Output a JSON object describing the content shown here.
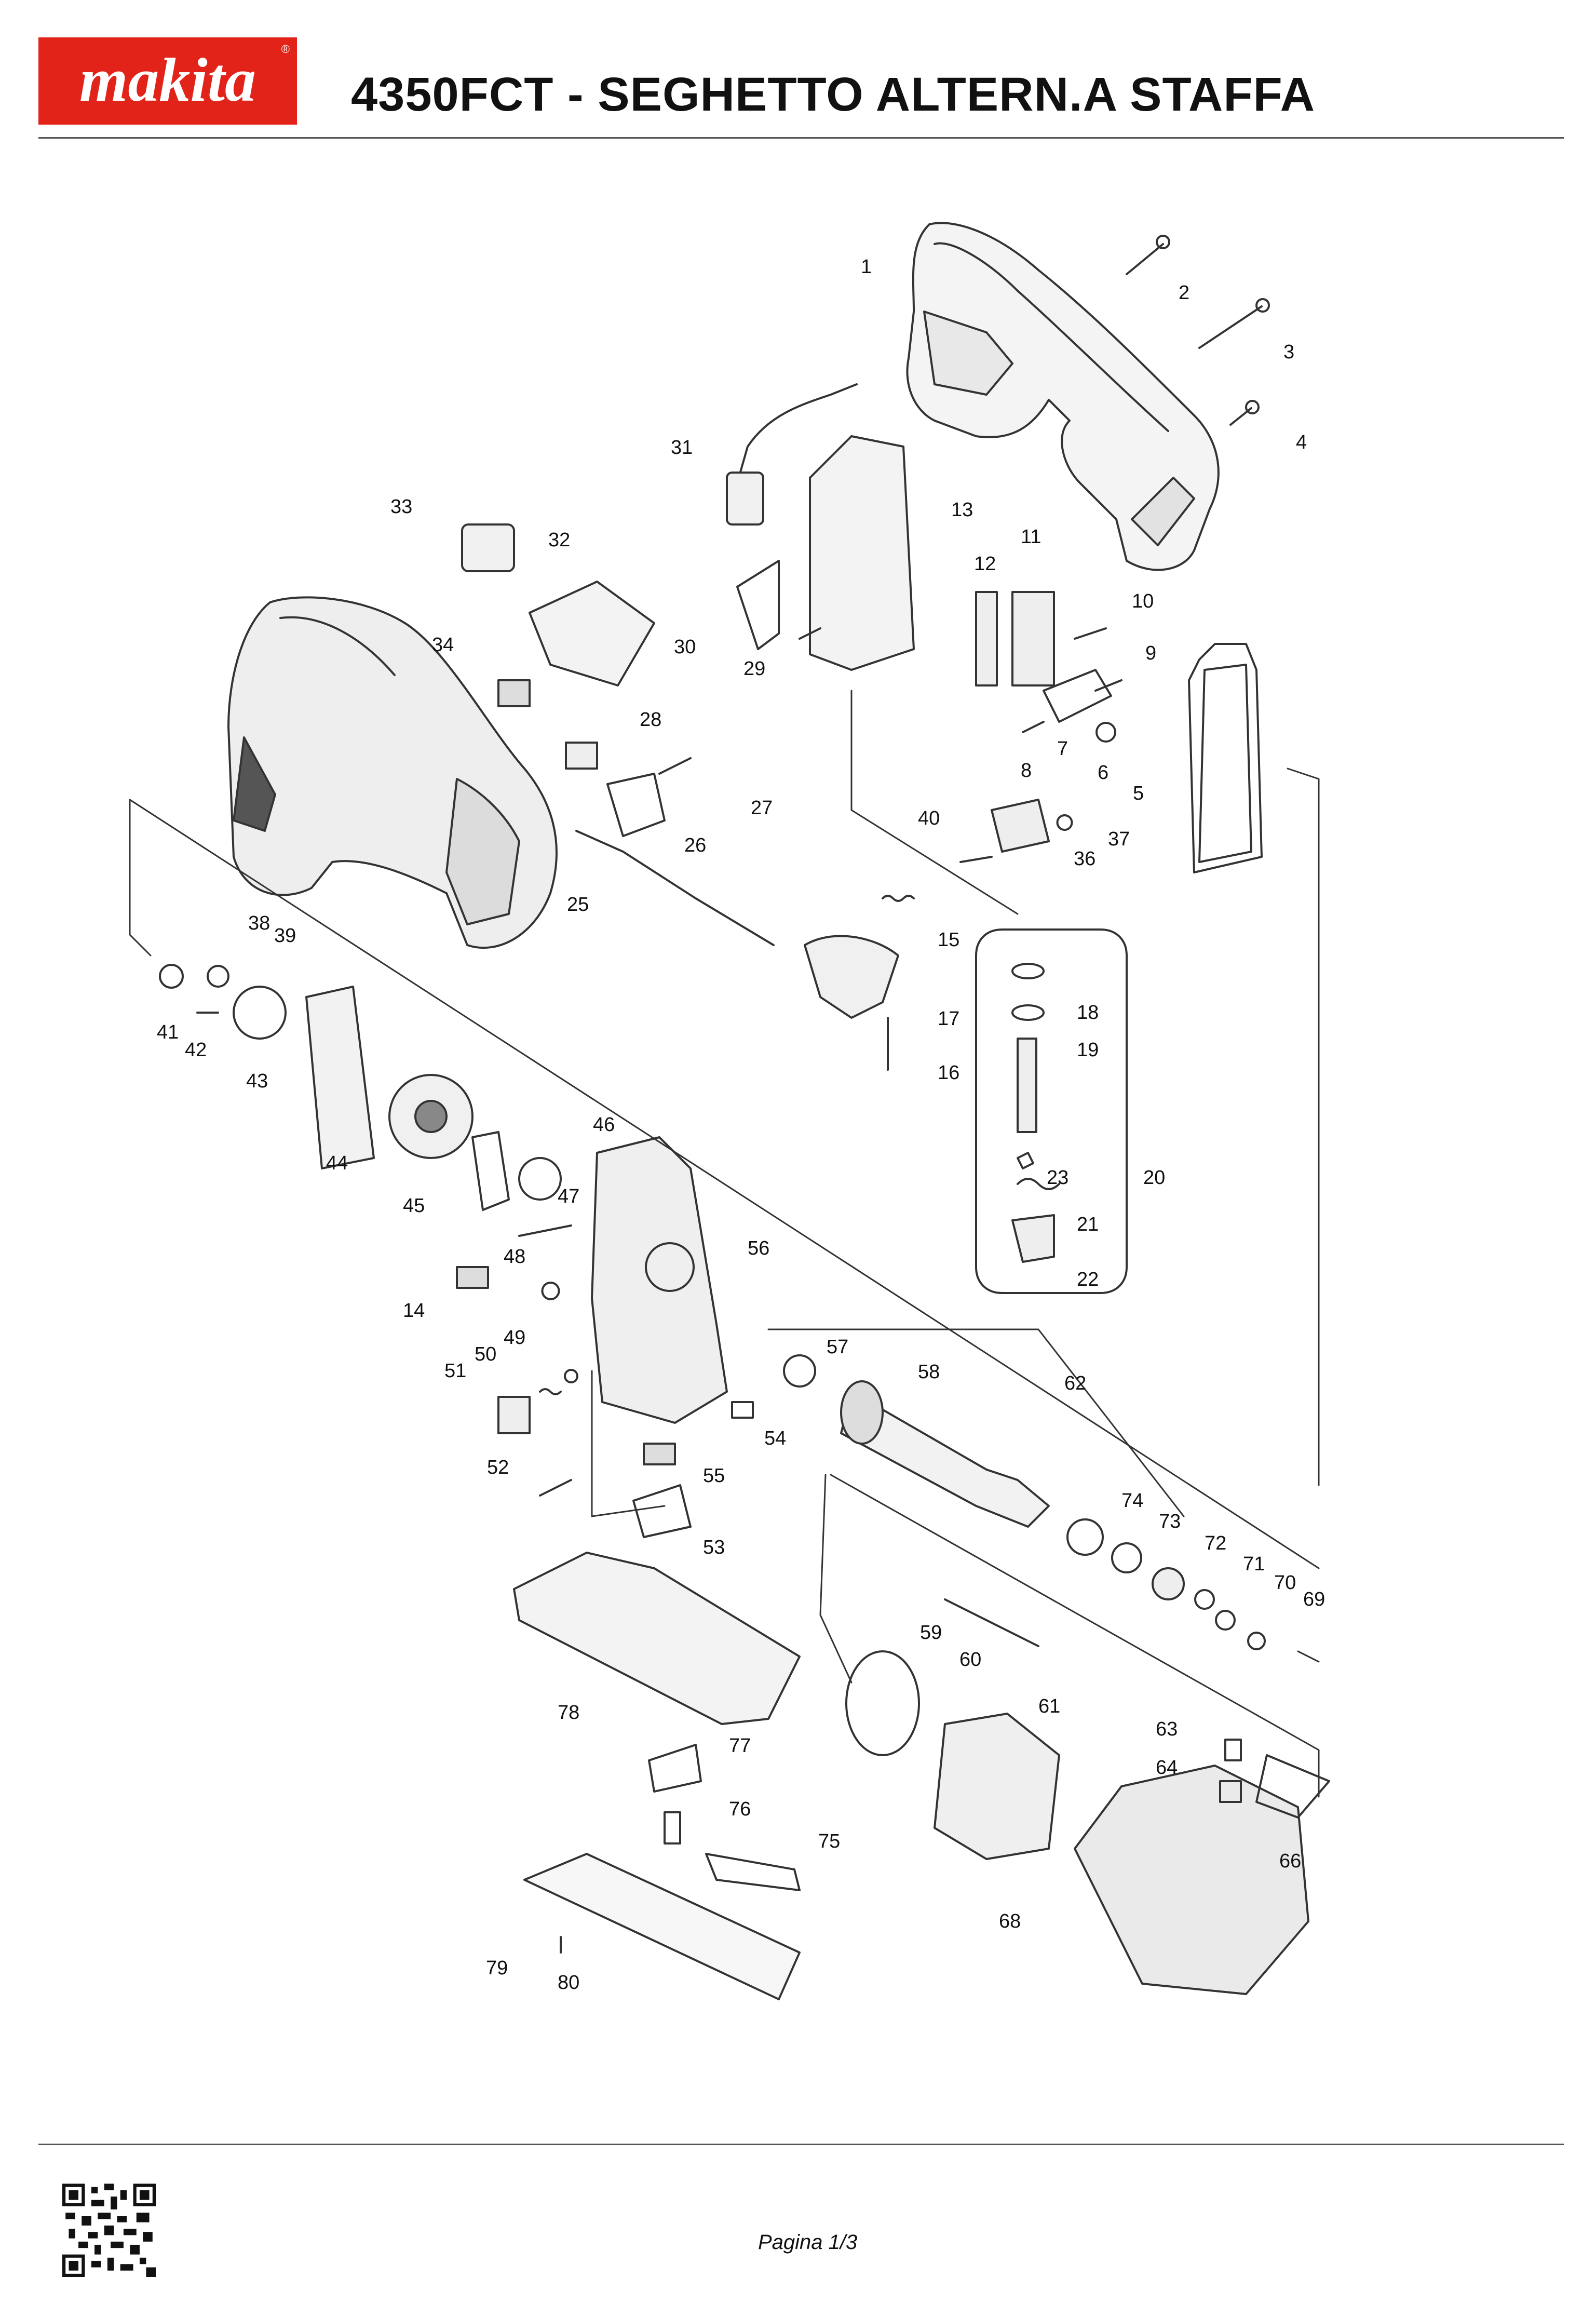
{
  "header": {
    "brand": "makita",
    "title": "4350FCT - SEGHETTO ALTERN.A STAFFA"
  },
  "footer": {
    "page_label": "Pagina 1/3"
  },
  "colors": {
    "brand_red": "#e2231a",
    "line": "#333333",
    "part_fill": "#f2f2f2",
    "part_dark": "#4a4a4a"
  },
  "callouts": [
    "1",
    "2",
    "3",
    "4",
    "5",
    "6",
    "7",
    "8",
    "9",
    "10",
    "11",
    "12",
    "13",
    "14",
    "15",
    "16",
    "17",
    "18",
    "19",
    "20",
    "21",
    "22",
    "23",
    "25",
    "26",
    "27",
    "28",
    "29",
    "30",
    "31",
    "32",
    "33",
    "34",
    "36",
    "37",
    "38",
    "39",
    "40",
    "41",
    "42",
    "43",
    "44",
    "45",
    "46",
    "47",
    "48",
    "49",
    "50",
    "51",
    "52",
    "53",
    "54",
    "55",
    "56",
    "57",
    "58",
    "59",
    "60",
    "61",
    "62",
    "63",
    "64",
    "66",
    "68",
    "69",
    "70",
    "71",
    "72",
    "73",
    "74",
    "75",
    "76",
    "77",
    "78",
    "79",
    "80"
  ]
}
